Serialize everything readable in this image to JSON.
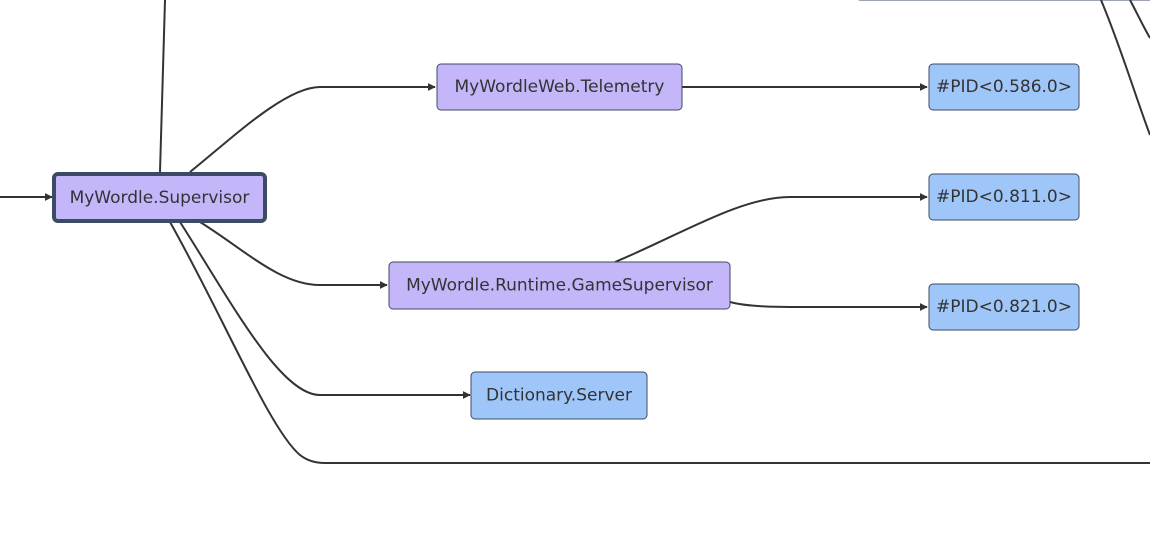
{
  "diagram": {
    "colors": {
      "supervisor_fill": "#c5b6fa",
      "process_fill": "#9fc6f9",
      "node_stroke": "#3d4a63",
      "edge": "#333333",
      "text": "#333333",
      "background": "#ffffff"
    },
    "nodes": {
      "root_supervisor": {
        "label": "MyWordle.Supervisor",
        "kind": "supervisor",
        "highlighted": true
      },
      "telemetry": {
        "label": "MyWordleWeb.Telemetry",
        "kind": "supervisor"
      },
      "game_supervisor": {
        "label": "MyWordle.Runtime.GameSupervisor",
        "kind": "supervisor"
      },
      "dictionary_server": {
        "label": "Dictionary.Server",
        "kind": "process"
      },
      "pid_586": {
        "label": "#PID<0.586.0>",
        "kind": "process"
      },
      "pid_811": {
        "label": "#PID<0.811.0>",
        "kind": "process"
      },
      "pid_821": {
        "label": "#PID<0.821.0>",
        "kind": "process"
      }
    },
    "edges": [
      {
        "from": "external",
        "to": "root_supervisor"
      },
      {
        "from": "root_supervisor",
        "to": "telemetry"
      },
      {
        "from": "root_supervisor",
        "to": "game_supervisor"
      },
      {
        "from": "root_supervisor",
        "to": "dictionary_server"
      },
      {
        "from": "root_supervisor",
        "to": "offscreen"
      },
      {
        "from": "telemetry",
        "to": "pid_586"
      },
      {
        "from": "game_supervisor",
        "to": "pid_811"
      },
      {
        "from": "game_supervisor",
        "to": "pid_821"
      }
    ]
  }
}
